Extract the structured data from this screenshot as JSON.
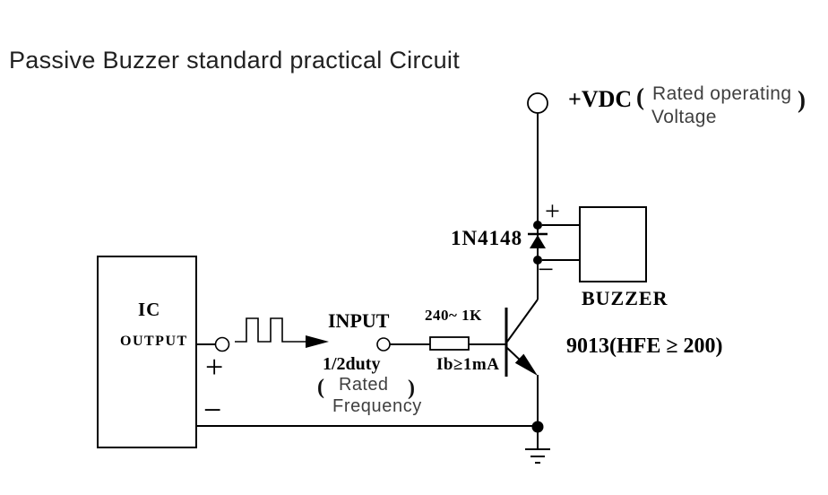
{
  "title": "Passive Buzzer standard practical Circuit",
  "colors": {
    "line": "#000000",
    "label_text": "#000000",
    "annotation_text": "#3f3f3f",
    "background": "#ffffff"
  },
  "power": {
    "label": "+VDC",
    "note_open": "(",
    "note_line1": "Rated operating",
    "note_close": ")",
    "note_line2": "Voltage"
  },
  "diode": {
    "label": "1N4148"
  },
  "buzzer": {
    "label": "BUZZER",
    "plus": "+",
    "minus": "−"
  },
  "transistor": {
    "label": "9013(HFE ≥ 200)"
  },
  "resistor": {
    "value": "240~ 1K"
  },
  "base_current_label": "Ib≥1mA",
  "input": {
    "label": "INPUT",
    "duty": "1/2duty",
    "note_open": "(",
    "note_line1": "Rated",
    "note_close": ")",
    "note_line2": "Frequency"
  },
  "ic": {
    "label": "IC",
    "output_label": "OUTPUT",
    "plus": "+",
    "minus": "−"
  }
}
